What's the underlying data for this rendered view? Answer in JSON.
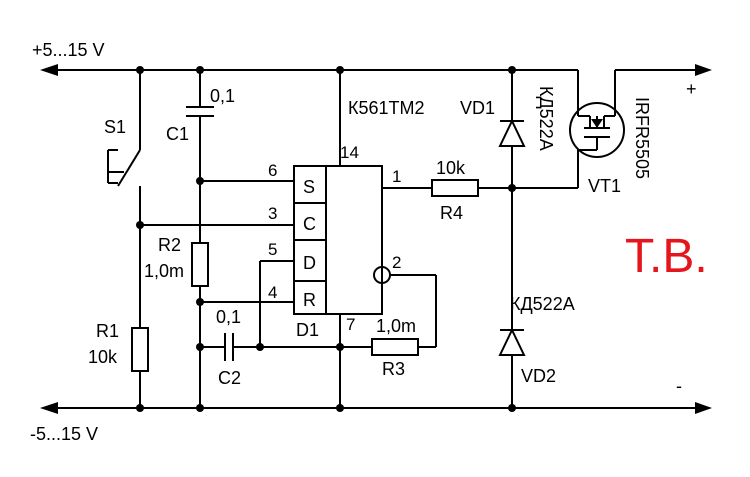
{
  "rails": {
    "top_label": "+5...15 V",
    "bottom_label": "-5...15 V",
    "out_plus": "+",
    "out_minus": "-"
  },
  "switch": {
    "ref": "S1"
  },
  "capacitors": {
    "c1": {
      "ref": "C1",
      "value": "0,1"
    },
    "c2": {
      "ref": "C2",
      "value": "0,1"
    }
  },
  "resistors": {
    "r1": {
      "ref": "R1",
      "value": "10k"
    },
    "r2": {
      "ref": "R2",
      "value": "1,0m"
    },
    "r3": {
      "ref": "R3",
      "value": "1,0m"
    },
    "r4": {
      "ref": "R4",
      "value": "10k"
    }
  },
  "ic": {
    "part": "К561ТМ2",
    "ref": "D1",
    "inputs": [
      "S",
      "C",
      "D",
      "R"
    ],
    "pins": {
      "s": "6",
      "c": "3",
      "d": "5",
      "r": "4",
      "q": "1",
      "nq": "2",
      "vdd": "14",
      "gnd": "7"
    }
  },
  "diodes": {
    "vd1": {
      "ref": "VD1",
      "part": "КД522А"
    },
    "vd2": {
      "ref": "VD2",
      "part": "КД522А"
    }
  },
  "transistor": {
    "ref": "VT1",
    "part": "IRFR5505"
  },
  "author_mark": "Т.В.",
  "colors": {
    "wire": "#000000",
    "mark": "#e4161b"
  }
}
